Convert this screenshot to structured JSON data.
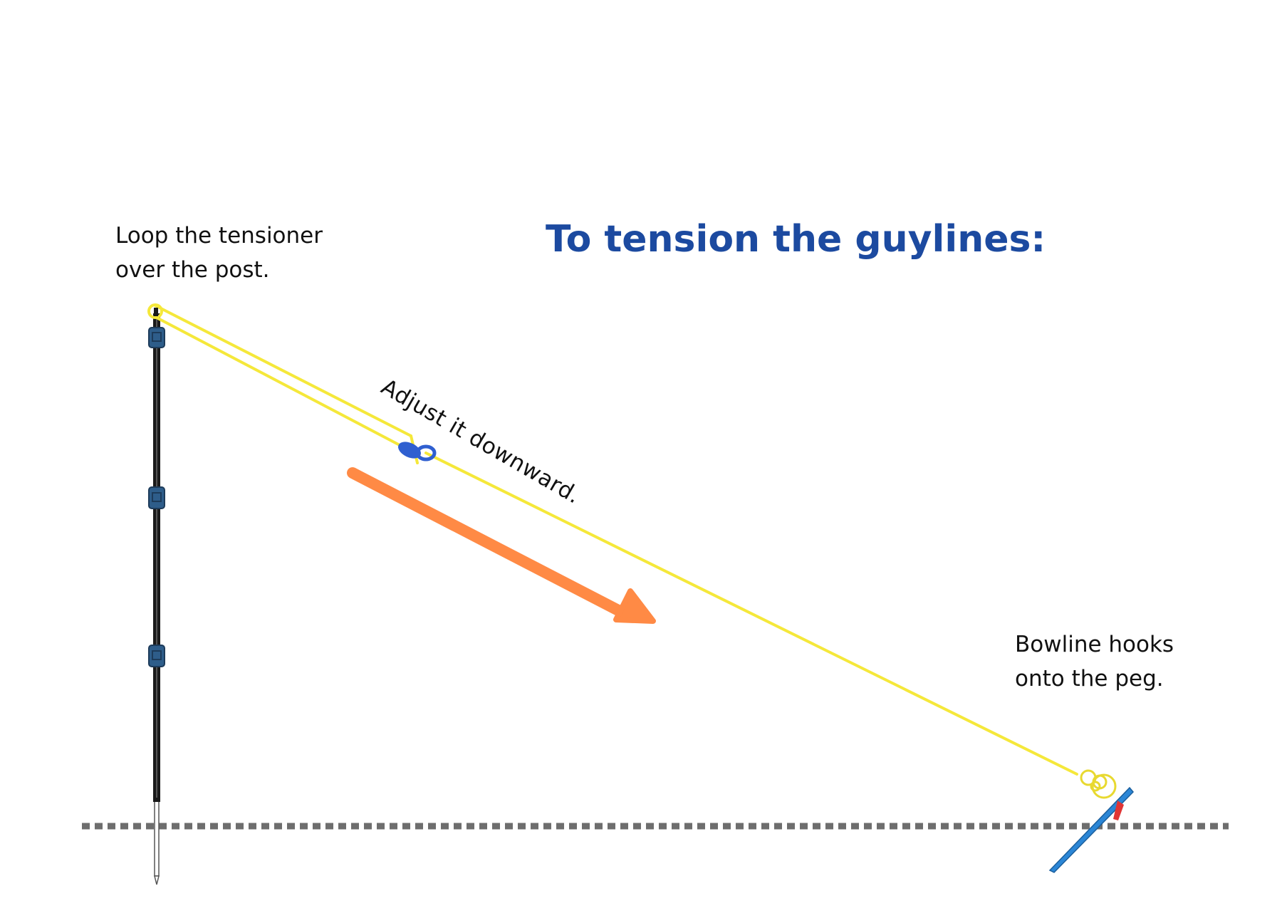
{
  "diagram": {
    "title": "To tension the guylines:",
    "notes": {
      "loop": [
        "Loop the tensioner",
        "over the  post."
      ],
      "adjust": "Adjust it downward.",
      "bowline": [
        "Bowline hooks",
        "onto the peg."
      ]
    }
  },
  "colors": {
    "title": "#1c4aa0",
    "guyline": "#f5e83a",
    "arrow": "#ff8a45",
    "pole": "#1a1a1a",
    "pole_clip": "#2e5d8a",
    "tensioner": "#2f5fd0",
    "ground": "#6e6e6e",
    "peg": "#2b86d6",
    "peg_tag": "#e03535"
  },
  "icons": [
    "tent-pole",
    "pole-clip-icon",
    "line-tensioner-icon",
    "bowline-knot-icon",
    "tent-peg-icon",
    "direction-arrow-icon"
  ]
}
